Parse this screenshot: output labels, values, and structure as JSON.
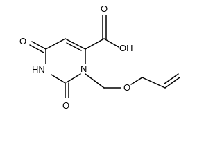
{
  "structure": {
    "labels": {
      "o_ketone_left": "O",
      "o_ketone_bottom": "O",
      "o_carbonyl_acid": "O",
      "oh_acid": "OH",
      "nh": "HN",
      "n_ring": "N",
      "o_ether": "O"
    }
  }
}
